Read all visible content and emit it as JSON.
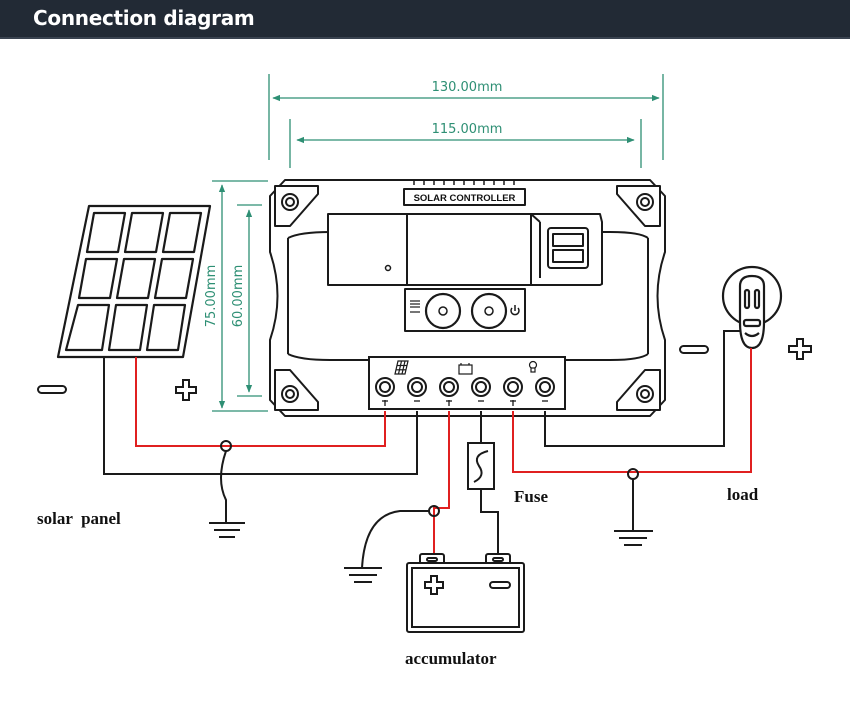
{
  "header": {
    "title": "Connection diagram",
    "background_color": "#222a35"
  },
  "dimensions": {
    "outer_width": "130.00mm",
    "inner_width": "115.00mm",
    "outer_height": "75.00mm",
    "inner_height": "60.00mm",
    "color": "#2e8f74"
  },
  "controller": {
    "nameplate": "SOLAR CONTROLLER",
    "buttons": [
      "menu-button",
      "power-button"
    ],
    "terminal_groups": [
      {
        "icon": "solar-panel-icon",
        "terminals": [
          "+",
          "-"
        ]
      },
      {
        "icon": "battery-icon",
        "terminals": [
          "+",
          "-"
        ]
      },
      {
        "icon": "bulb-icon",
        "terminals": [
          "+",
          "-"
        ]
      }
    ]
  },
  "labels": {
    "solar_panel": "solar  panel",
    "fuse": "Fuse",
    "load": "load",
    "accumulator": "accumulator",
    "minus": "−",
    "plus": "+"
  },
  "wires": {
    "positive_color": "#e02020",
    "negative_color": "#1a1a1a"
  }
}
